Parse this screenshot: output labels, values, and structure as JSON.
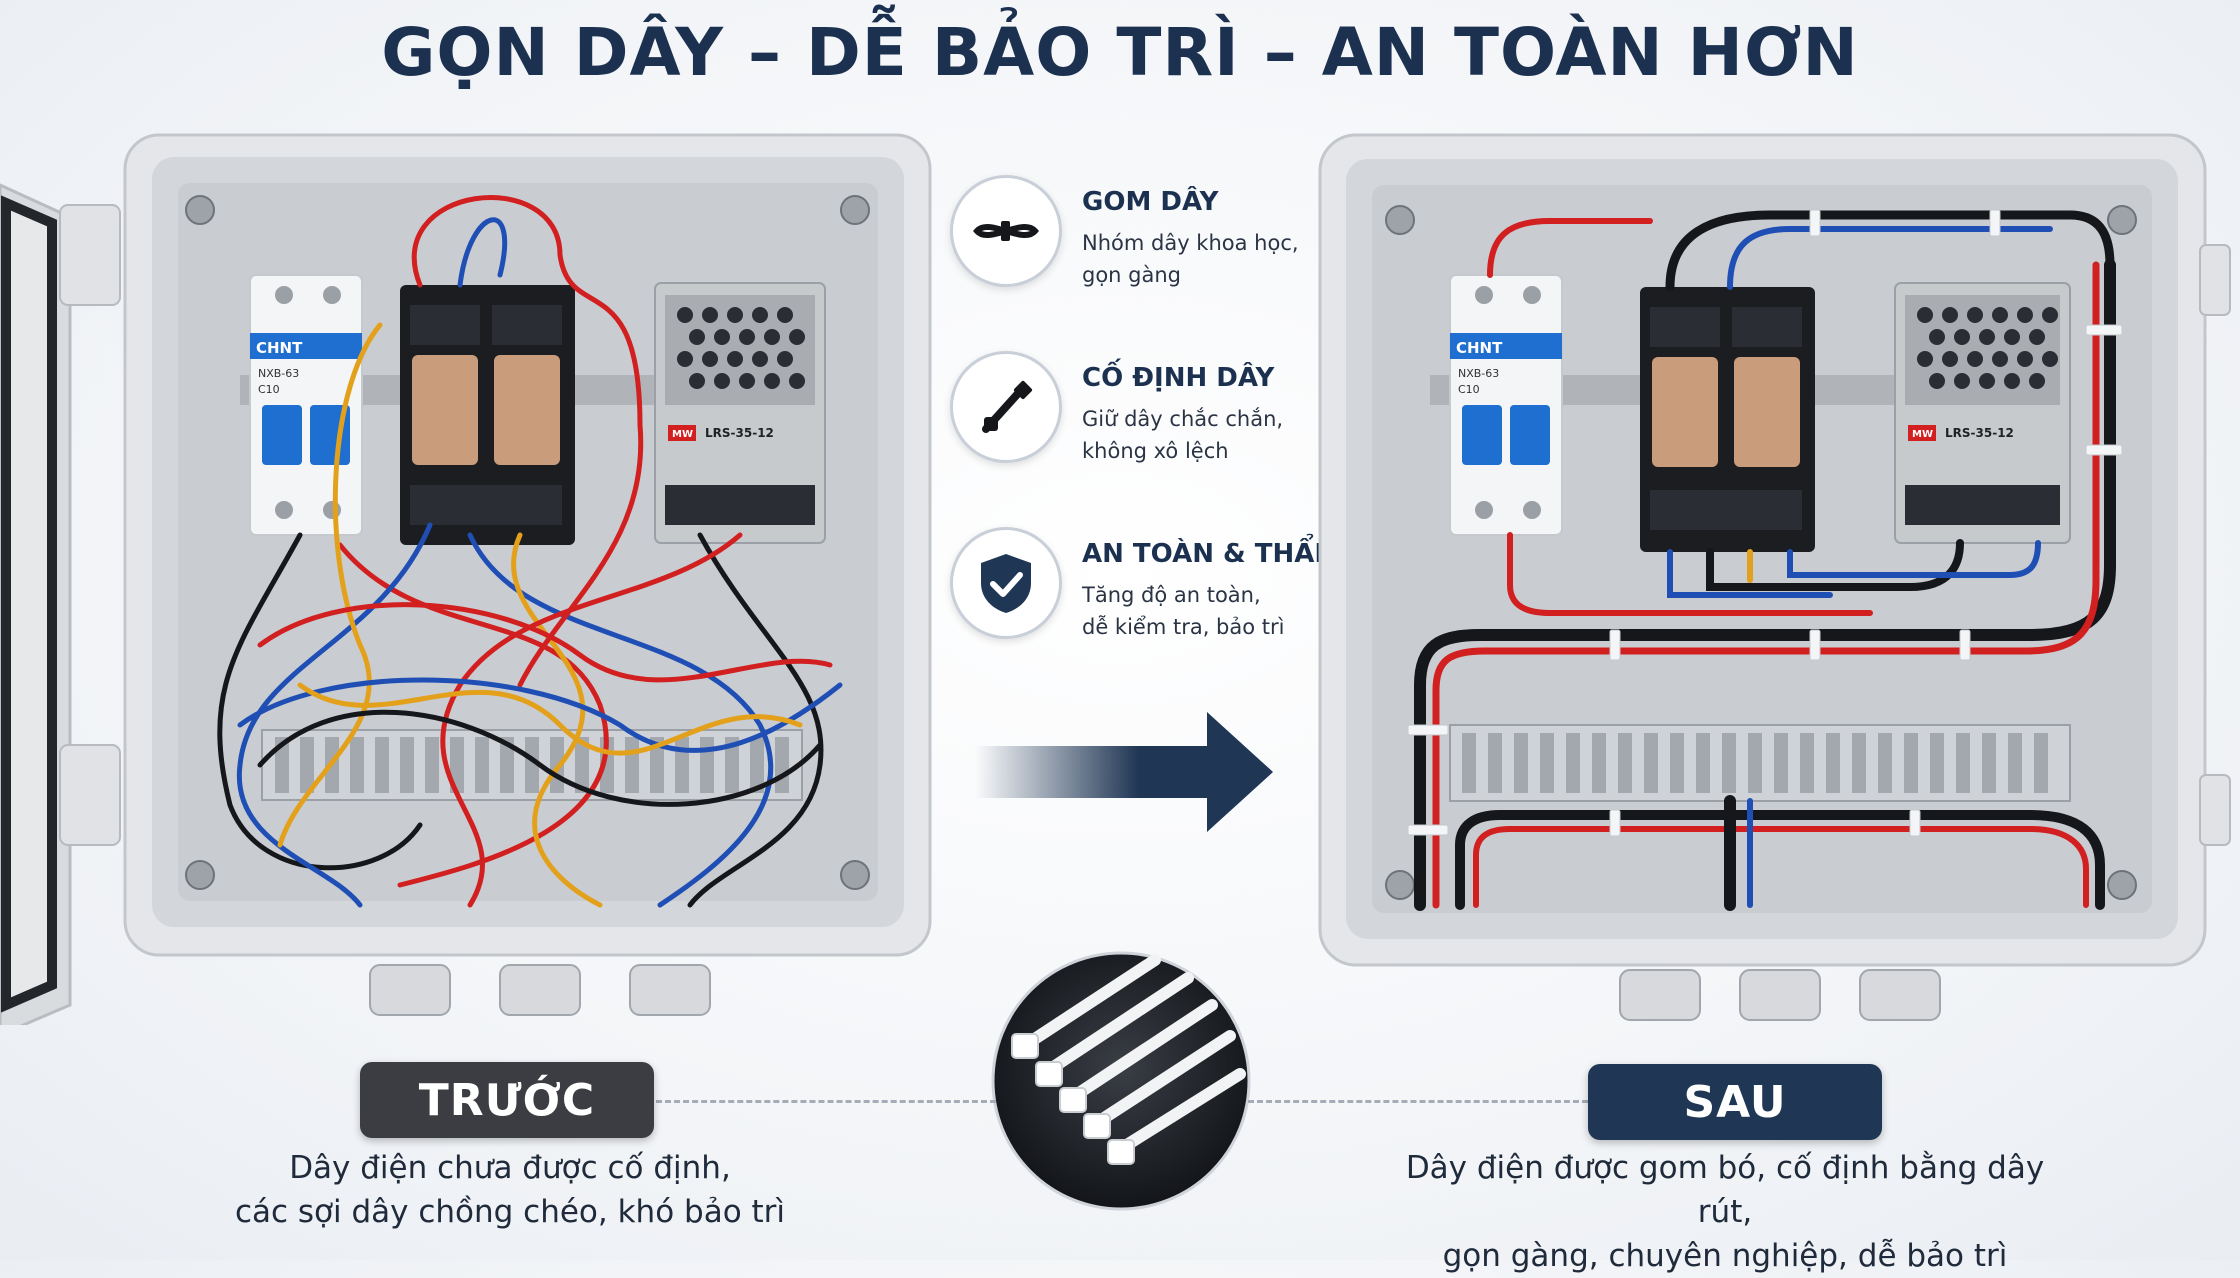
{
  "title": "GỌN DÂY – DỄ BẢO TRÌ – AN TOÀN HƠN",
  "features": [
    {
      "icon": "cable-bundle-icon",
      "title": "GOM DÂY",
      "desc_line1": "Nhóm dây khoa học,",
      "desc_line2": "gọn gàng"
    },
    {
      "icon": "cable-tie-icon",
      "title": "CỐ ĐỊNH DÂY",
      "desc_line1": "Giữ dây chắc chắn,",
      "desc_line2": "không xô lệch"
    },
    {
      "icon": "shield-check-icon",
      "title": "AN TOÀN & THẨM MỸ",
      "desc_line1": "Tăng độ an toàn,",
      "desc_line2": "dễ kiểm tra, bảo trì"
    }
  ],
  "before": {
    "label": "TRƯỚC",
    "caption_line1": "Dây điện chưa được cố định,",
    "caption_line2": "các sợi dây chồng chéo, khó bảo trì"
  },
  "after": {
    "label": "SAU",
    "caption_line1": "Dây điện được gom bó, cố định bằng dây rút,",
    "caption_line2": "gọn gàng, chuyên nghiệp, dễ bảo trì"
  },
  "devices": {
    "breaker_brand": "CHNT",
    "breaker_model": "NXB-63",
    "breaker_rating": "C10",
    "psu_brand": "MW",
    "psu_model": "LRS-35-12"
  },
  "colors": {
    "title": "#1c3150",
    "badge_before": "#3b3d42",
    "badge_after": "#1f3654",
    "wire_red": "#d21f1f",
    "wire_blue": "#1f4fb5",
    "wire_black": "#15171b",
    "wire_yellow": "#e3a11b",
    "breaker_blue": "#1f6fd0"
  }
}
